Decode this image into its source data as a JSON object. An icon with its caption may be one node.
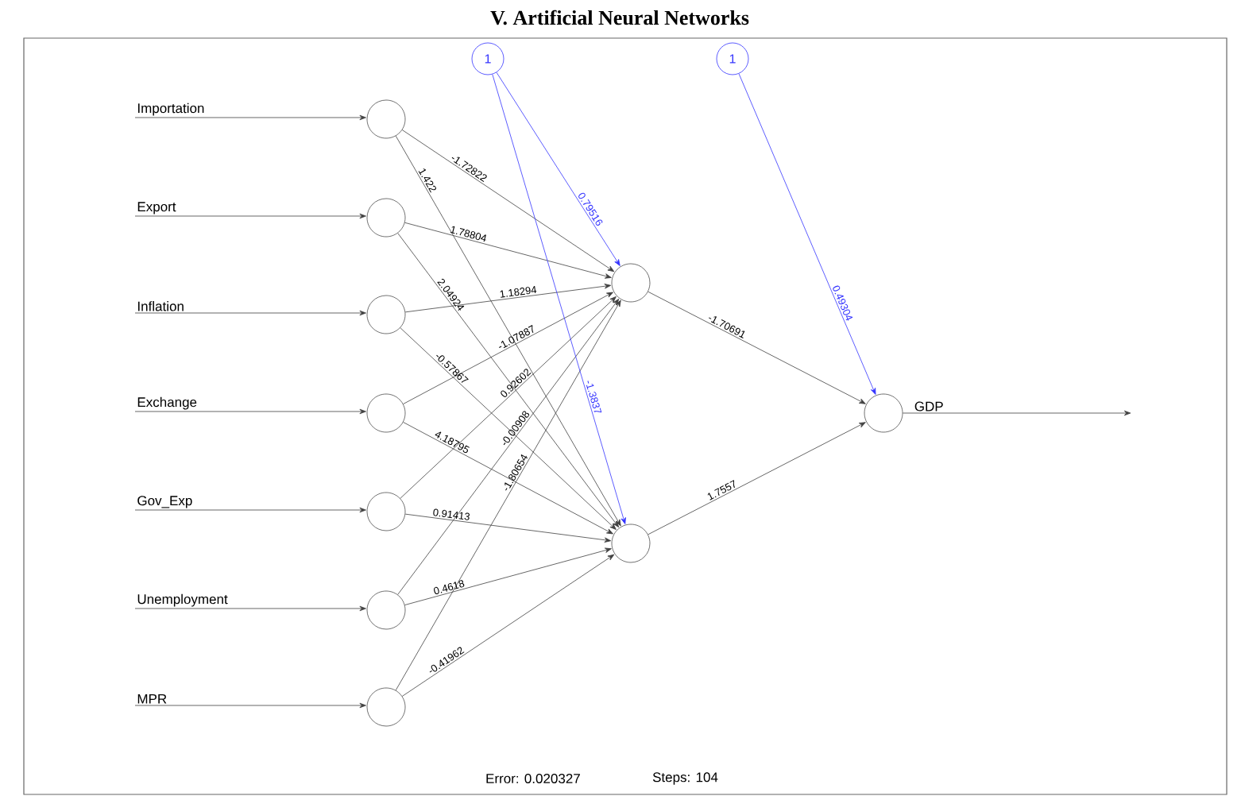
{
  "diagram": {
    "title": "V. Artificial Neural Networks",
    "nodes": [
      {
        "text": [
          "Importation"
        ]
      },
      {
        "text": [
          "Export"
        ]
      },
      {
        "text": [
          "Inflation"
        ]
      },
      {
        "text": [
          "Exchange"
        ]
      },
      {
        "text": [
          "Gov_Exp"
        ]
      },
      {
        "text": [
          "Unemployment"
        ]
      },
      {
        "text": [
          "MPR"
        ]
      },
      {
        "text": [],
        "shape": "circle"
      },
      {
        "text": [],
        "shape": "circle"
      },
      {
        "text": [],
        "shape": "circle"
      },
      {
        "text": [],
        "shape": "circle"
      },
      {
        "text": [],
        "shape": "circle"
      },
      {
        "text": [],
        "shape": "circle"
      },
      {
        "text": [],
        "shape": "circle"
      },
      {
        "text": [
          "1"
        ]
      },
      {
        "text": [],
        "shape": "circle"
      },
      {
        "text": [],
        "shape": "circle"
      },
      {
        "text": [
          "1"
        ]
      },
      {
        "text": [],
        "shape": "circle",
        "beside": [
          "GDP"
        ]
      }
    ],
    "edges": [
      {
        "from": 0,
        "to": 7,
        "arrow": "to"
      },
      {
        "from": 1,
        "to": 8,
        "arrow": "to"
      },
      {
        "from": 2,
        "to": 9,
        "arrow": "to"
      },
      {
        "from": 3,
        "to": 10,
        "arrow": "to"
      },
      {
        "from": 4,
        "to": 11,
        "arrow": "to"
      },
      {
        "from": 5,
        "to": 12,
        "arrow": "to"
      },
      {
        "from": 6,
        "to": 13,
        "arrow": "to"
      },
      {
        "from": 7,
        "to": 15,
        "arrow": "to",
        "label": "-1.72822"
      },
      {
        "from": 7,
        "to": 16,
        "arrow": "to",
        "label": "1.422"
      },
      {
        "from": 8,
        "to": 15,
        "arrow": "to",
        "label": "1.78804"
      },
      {
        "from": 8,
        "to": 16,
        "arrow": "to",
        "label": "2.04924"
      },
      {
        "from": 9,
        "to": 15,
        "arrow": "to",
        "label": "1.18294"
      },
      {
        "from": 9,
        "to": 16,
        "arrow": "to",
        "label": "-0.57867"
      },
      {
        "from": 10,
        "to": 15,
        "arrow": "to",
        "label": "-1.07887"
      },
      {
        "from": 10,
        "to": 16,
        "arrow": "to",
        "label": "4.18795"
      },
      {
        "from": 11,
        "to": 15,
        "arrow": "to",
        "label": "0.92602"
      },
      {
        "from": 11,
        "to": 16,
        "arrow": "to",
        "label": "0.91413"
      },
      {
        "from": 12,
        "to": 15,
        "arrow": "to",
        "label": "-0.00908"
      },
      {
        "from": 12,
        "to": 16,
        "arrow": "to",
        "label": "0.4618"
      },
      {
        "from": 13,
        "to": 15,
        "arrow": "to",
        "label": "-1.80654"
      },
      {
        "from": 13,
        "to": 16,
        "arrow": "to",
        "label": "-0.41962"
      },
      {
        "from": 14,
        "to": 15,
        "arrow": "to",
        "label": "0.79516",
        "color": "#3333ff"
      },
      {
        "from": 14,
        "to": 16,
        "arrow": "to",
        "label": "-1.3837",
        "color": "#3333ff"
      },
      {
        "from": 15,
        "to": 18,
        "arrow": "to",
        "label": "-1.70691"
      },
      {
        "from": 16,
        "to": 18,
        "arrow": "to",
        "label": "1.7557"
      },
      {
        "from": 17,
        "to": 18,
        "arrow": "to",
        "label": "0.49304",
        "color": "#3333ff"
      },
      {
        "from": 18,
        "to": null,
        "arrow": "to"
      }
    ],
    "labels": [
      "Error: 0.020327",
      "Steps: 104"
    ]
  }
}
